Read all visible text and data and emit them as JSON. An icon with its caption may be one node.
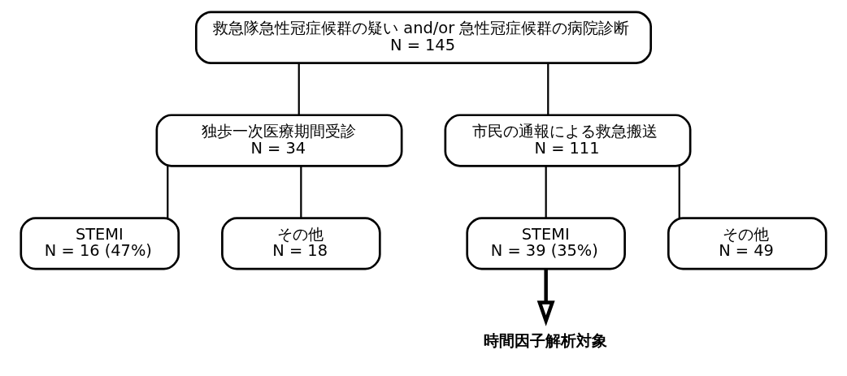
{
  "diagram": {
    "nodes": [
      {
        "text": [
          "救急隊急性冠症候群の疑い and/or 急性冠症候群の病院診断",
          "N = 145"
        ]
      },
      {
        "text": [
          "独歩一次医療期間受診",
          "N = 34"
        ]
      },
      {
        "text": [
          "市民の通報による救急搬送",
          "N = 111"
        ]
      },
      {
        "text": [
          "STEMI",
          "N = 16 (47%)"
        ]
      },
      {
        "text": [
          "その他",
          "N = 18"
        ]
      },
      {
        "text": [
          "STEMI",
          "N = 39 (35%)"
        ]
      },
      {
        "text": [
          "その他",
          "N = 49"
        ]
      },
      {
        "text": [
          "時間因子解析対象"
        ]
      }
    ],
    "edges": [
      {
        "from": 0,
        "to": 1,
        "arrow": "none"
      },
      {
        "from": 0,
        "to": 2,
        "arrow": "none"
      },
      {
        "from": 1,
        "to": 3,
        "arrow": "none"
      },
      {
        "from": 1,
        "to": 4,
        "arrow": "none"
      },
      {
        "from": 2,
        "to": 5,
        "arrow": "none"
      },
      {
        "from": 2,
        "to": 6,
        "arrow": "none"
      },
      {
        "from": 5,
        "to": 7,
        "arrow": "to",
        "style": "thick"
      }
    ]
  }
}
